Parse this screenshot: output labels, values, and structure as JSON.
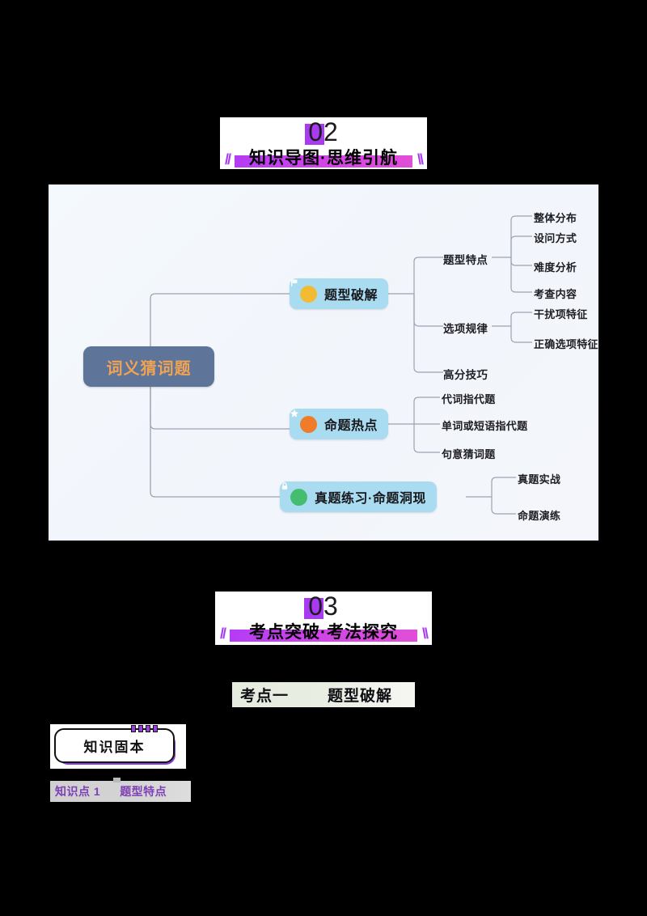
{
  "banners": [
    {
      "number": "02",
      "title": "知识导图·思维引航",
      "slash_left": "//",
      "slash_right": "\\\\",
      "accent": "#a83bf2"
    },
    {
      "number": "03",
      "title": "考点突破·考法探究",
      "slash_left": "//",
      "slash_right": "\\\\",
      "accent": "#a83bf2"
    }
  ],
  "mindmap": {
    "root": {
      "label": "词义猜词题",
      "bg": "#5e7498",
      "color": "#f0a352"
    },
    "branches": [
      {
        "label": "题型破解",
        "icon": "flag-icon",
        "icon_glyph": "⚑",
        "icon_bg": "#f2bb33",
        "bg": "#a9dcf0",
        "groups": [
          {
            "label": "题型特点",
            "children": [
              "整体分布",
              "设问方式",
              "难度分析",
              "考查内容"
            ]
          },
          {
            "label": "选项规律",
            "children": [
              "干扰项特征",
              "正确选项特征"
            ]
          },
          {
            "label": "高分技巧",
            "children": []
          }
        ]
      },
      {
        "label": "命题热点",
        "icon": "star-icon",
        "icon_glyph": "★",
        "icon_bg": "#f07b28",
        "bg": "#a9dcf0",
        "groups": [
          {
            "label": "代词指代题",
            "children": []
          },
          {
            "label": "单词或短语指代题",
            "children": []
          },
          {
            "label": "句意猜词题",
            "children": []
          }
        ]
      },
      {
        "label": "真题练习·命题洞现",
        "icon": "lock-icon",
        "icon_glyph": "🔒",
        "icon_bg": "#44bd6e",
        "bg": "#a9dcf0",
        "groups": [
          {
            "label": "真题实战",
            "children": []
          },
          {
            "label": "命题演练",
            "children": []
          }
        ]
      }
    ]
  },
  "kaodian": {
    "label": "考点一",
    "topic": "题型破解"
  },
  "badge": {
    "label": "知识固本"
  },
  "knowledge_point": {
    "label": "知识点 1",
    "topic": "题型特点"
  }
}
